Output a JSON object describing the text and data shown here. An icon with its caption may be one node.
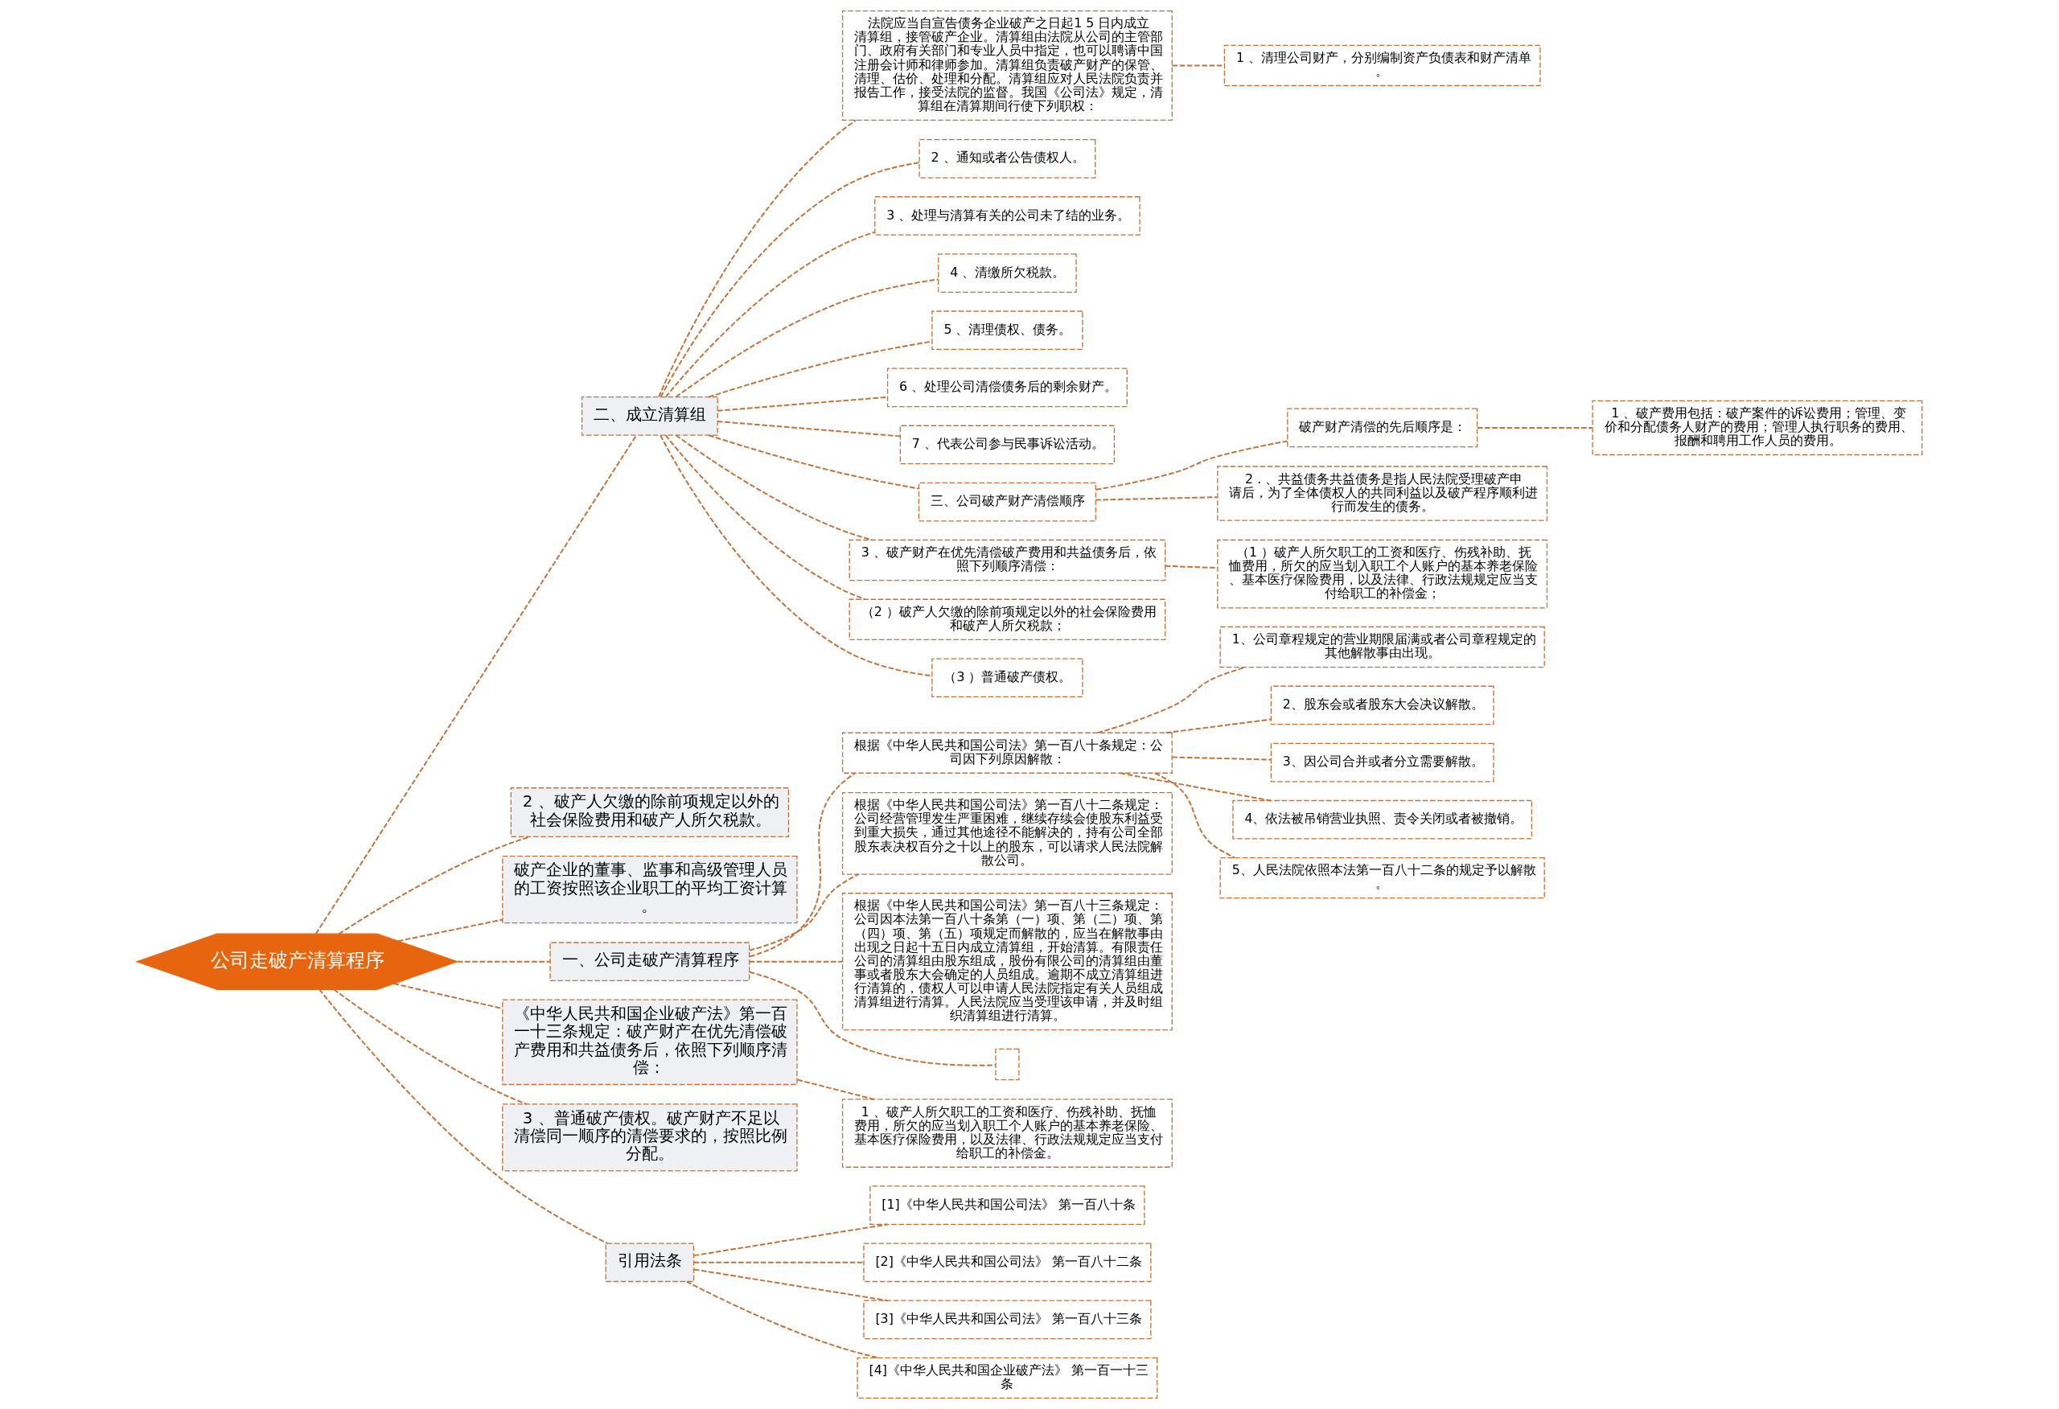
{
  "diagram": {
    "nodes": [
      {
        "text": [
          "公司走破产清算程序"
        ]
      },
      {
        "text": [
          "二、成立清算组"
        ]
      },
      {
        "text": [
          "法院应当自宣告债务企业破产之日起1 5 日内成立清算组，接管破产企业。清算组由法院从公司的主管部门、政府有关部门和专业人员中指定，也可以聘请中国注册会计师和律师参加。清算组负责破产财产的保管、清理、估价、处理和分配。清算组应对人民法院负责并报告工作，接受法院的监督。我国《公司法》规定，清算组在清算期间行使下列职权："
        ]
      },
      {
        "text": [
          "1 、清理公司财产，分别编制资产负债表和财产清单。"
        ]
      },
      {
        "text": [
          "2 、通知或者公告债权人。"
        ]
      },
      {
        "text": [
          "3 、处理与清算有关的公司未了结的业务。"
        ]
      },
      {
        "text": [
          "4 、清缴所欠税款。"
        ]
      },
      {
        "text": [
          "5 、清理债权、债务。"
        ]
      },
      {
        "text": [
          "6 、处理公司清偿债务后的剩余财产。"
        ]
      },
      {
        "text": [
          "7 、代表公司参与民事诉讼活动。"
        ]
      },
      {
        "text": [
          "三、公司破产财产清偿顺序"
        ]
      },
      {
        "text": [
          "破产财产清偿的先后顺序是："
        ]
      },
      {
        "text": [
          "1 、破产费用包括：破产案件的诉讼费用；管理、变价和分配债务人财产的费用；管理人执行职务的费用、报酬和聘用工作人员的费用。"
        ]
      },
      {
        "text": [
          "2 . 、共益债务共益债务是指人民法院受理破产申请后，为了全体债权人的共同利益以及破产程序顺利进行而发生的债务。"
        ]
      },
      {
        "text": [
          "3 、破产财产在优先清偿破产费用和共益债务后，依照下列顺序清偿："
        ]
      },
      {
        "text": [
          "（1 ）破产人所欠职工的工资和医疗、伤残补助、抚恤费用，所欠的应当划入职工个人账户的基本养老保险、基本医疗保险费用，以及法律、行政法规规定应当支付给职工的补偿金；"
        ]
      },
      {
        "text": [
          "（2 ）破产人欠缴的除前项规定以外的社会保险费用和破产人所欠税款；"
        ]
      },
      {
        "text": [
          "（3 ）普通破产债权。"
        ]
      },
      {
        "text": [
          "2 、破产人欠缴的除前项规定以外的社会保险费用和破产人所欠税款。"
        ]
      },
      {
        "text": [
          "破产企业的董事、监事和高级管理人员的工资按照该企业职工的平均工资计算。"
        ]
      },
      {
        "text": [
          "一、公司走破产清算程序"
        ]
      },
      {
        "text": [
          "根据《中华人民共和国公司法》第一百八十条规定：公司因下列原因解散："
        ]
      },
      {
        "text": [
          "1、公司章程规定的营业期限届满或者公司章程规定的其他解散事由出现。"
        ]
      },
      {
        "text": [
          "2、股东会或者股东大会决议解散。"
        ]
      },
      {
        "text": [
          "3、因公司合并或者分立需要解散。"
        ]
      },
      {
        "text": [
          "4、依法被吊销营业执照、责令关闭或者被撤销。"
        ]
      },
      {
        "text": [
          "5、人民法院依照本法第一百八十二条的规定予以解散。"
        ]
      },
      {
        "text": [
          "根据《中华人民共和国公司法》第一百八十二条规定：公司经营管理发生严重困难，继续存续会使股东利益受到重大损失，通过其他途径不能解决的，持有公司全部股东表决权百分之十以上的股东，可以请求人民法院解散公司。"
        ]
      },
      {
        "text": [
          "根据《中华人民共和国公司法》第一百八十三条规定：公司因本法第一百八十条第（一）项、第（二）项、第（四）项、第（五）项规定而解散的，应当在解散事由出现之日起十五日内成立清算组，开始清算。有限责任公司的清算组由股东组成，股份有限公司的清算组由董事或者股东大会确定的人员组成。逾期不成立清算组进行清算的，债权人可以申请人民法院指定有关人员组成清算组进行清算。人民法院应当受理该申请，并及时组织清算组进行清算。"
        ]
      },
      {
        "text": [],
        "shape": "box"
      },
      {
        "text": [
          "《中华人民共和国企业破产法》第一百一十三条规定：破产财产在优先清偿破产费用和共益债务后，依照下列顺序清偿："
        ]
      },
      {
        "text": [
          "1 、破产人所欠职工的工资和医疗、伤残补助、抚恤费用，所欠的应当划入职工个人账户的基本养老保险、基本医疗保险费用，以及法律、行政法规规定应当支付给职工的补偿金。"
        ]
      },
      {
        "text": [
          "3 、普通破产债权。破产财产不足以清偿同一顺序的清偿要求的，按照比例分配。"
        ]
      },
      {
        "text": [
          "引用法条"
        ]
      },
      {
        "text": [
          "[1]《中华人民共和国公司法》 第一百八十条"
        ]
      },
      {
        "text": [
          "[2]《中华人民共和国公司法》 第一百八十二条"
        ]
      },
      {
        "text": [
          "[3]《中华人民共和国公司法》 第一百八十三条"
        ]
      },
      {
        "text": [
          "[4]《中华人民共和国企业破产法》 第一百一十三条"
        ]
      }
    ],
    "edges": [
      {
        "from": 0,
        "to": 1,
        "arrow": "none"
      },
      {
        "from": 1,
        "to": 2,
        "arrow": "none"
      },
      {
        "from": 2,
        "to": 3,
        "arrow": "none"
      },
      {
        "from": 1,
        "to": 4,
        "arrow": "none"
      },
      {
        "from": 1,
        "to": 5,
        "arrow": "none"
      },
      {
        "from": 1,
        "to": 6,
        "arrow": "none"
      },
      {
        "from": 1,
        "to": 7,
        "arrow": "none"
      },
      {
        "from": 1,
        "to": 8,
        "arrow": "none"
      },
      {
        "from": 1,
        "to": 9,
        "arrow": "none"
      },
      {
        "from": 1,
        "to": 10,
        "arrow": "none"
      },
      {
        "from": 10,
        "to": 11,
        "arrow": "none"
      },
      {
        "from": 11,
        "to": 12,
        "arrow": "none"
      },
      {
        "from": 10,
        "to": 13,
        "arrow": "none"
      },
      {
        "from": 1,
        "to": 14,
        "arrow": "none"
      },
      {
        "from": 14,
        "to": 15,
        "arrow": "none"
      },
      {
        "from": 1,
        "to": 16,
        "arrow": "none"
      },
      {
        "from": 1,
        "to": 17,
        "arrow": "none"
      },
      {
        "from": 0,
        "to": 18,
        "arrow": "none"
      },
      {
        "from": 0,
        "to": 19,
        "arrow": "none"
      },
      {
        "from": 0,
        "to": 20,
        "arrow": "none"
      },
      {
        "from": 20,
        "to": 21,
        "arrow": "none"
      },
      {
        "from": 21,
        "to": 22,
        "arrow": "none"
      },
      {
        "from": 21,
        "to": 23,
        "arrow": "none"
      },
      {
        "from": 21,
        "to": 24,
        "arrow": "none"
      },
      {
        "from": 21,
        "to": 25,
        "arrow": "none"
      },
      {
        "from": 21,
        "to": 26,
        "arrow": "none"
      },
      {
        "from": 20,
        "to": 27,
        "arrow": "none"
      },
      {
        "from": 20,
        "to": 28,
        "arrow": "none"
      },
      {
        "from": 20,
        "to": 29,
        "arrow": "none"
      },
      {
        "from": 0,
        "to": 30,
        "arrow": "none"
      },
      {
        "from": 30,
        "to": 31,
        "arrow": "none"
      },
      {
        "from": 0,
        "to": 32,
        "arrow": "none"
      },
      {
        "from": 0,
        "to": 33,
        "arrow": "none"
      },
      {
        "from": 33,
        "to": 34,
        "arrow": "none"
      },
      {
        "from": 33,
        "to": 35,
        "arrow": "none"
      },
      {
        "from": 33,
        "to": 36,
        "arrow": "none"
      },
      {
        "from": 33,
        "to": 37,
        "arrow": "none"
      }
    ]
  }
}
